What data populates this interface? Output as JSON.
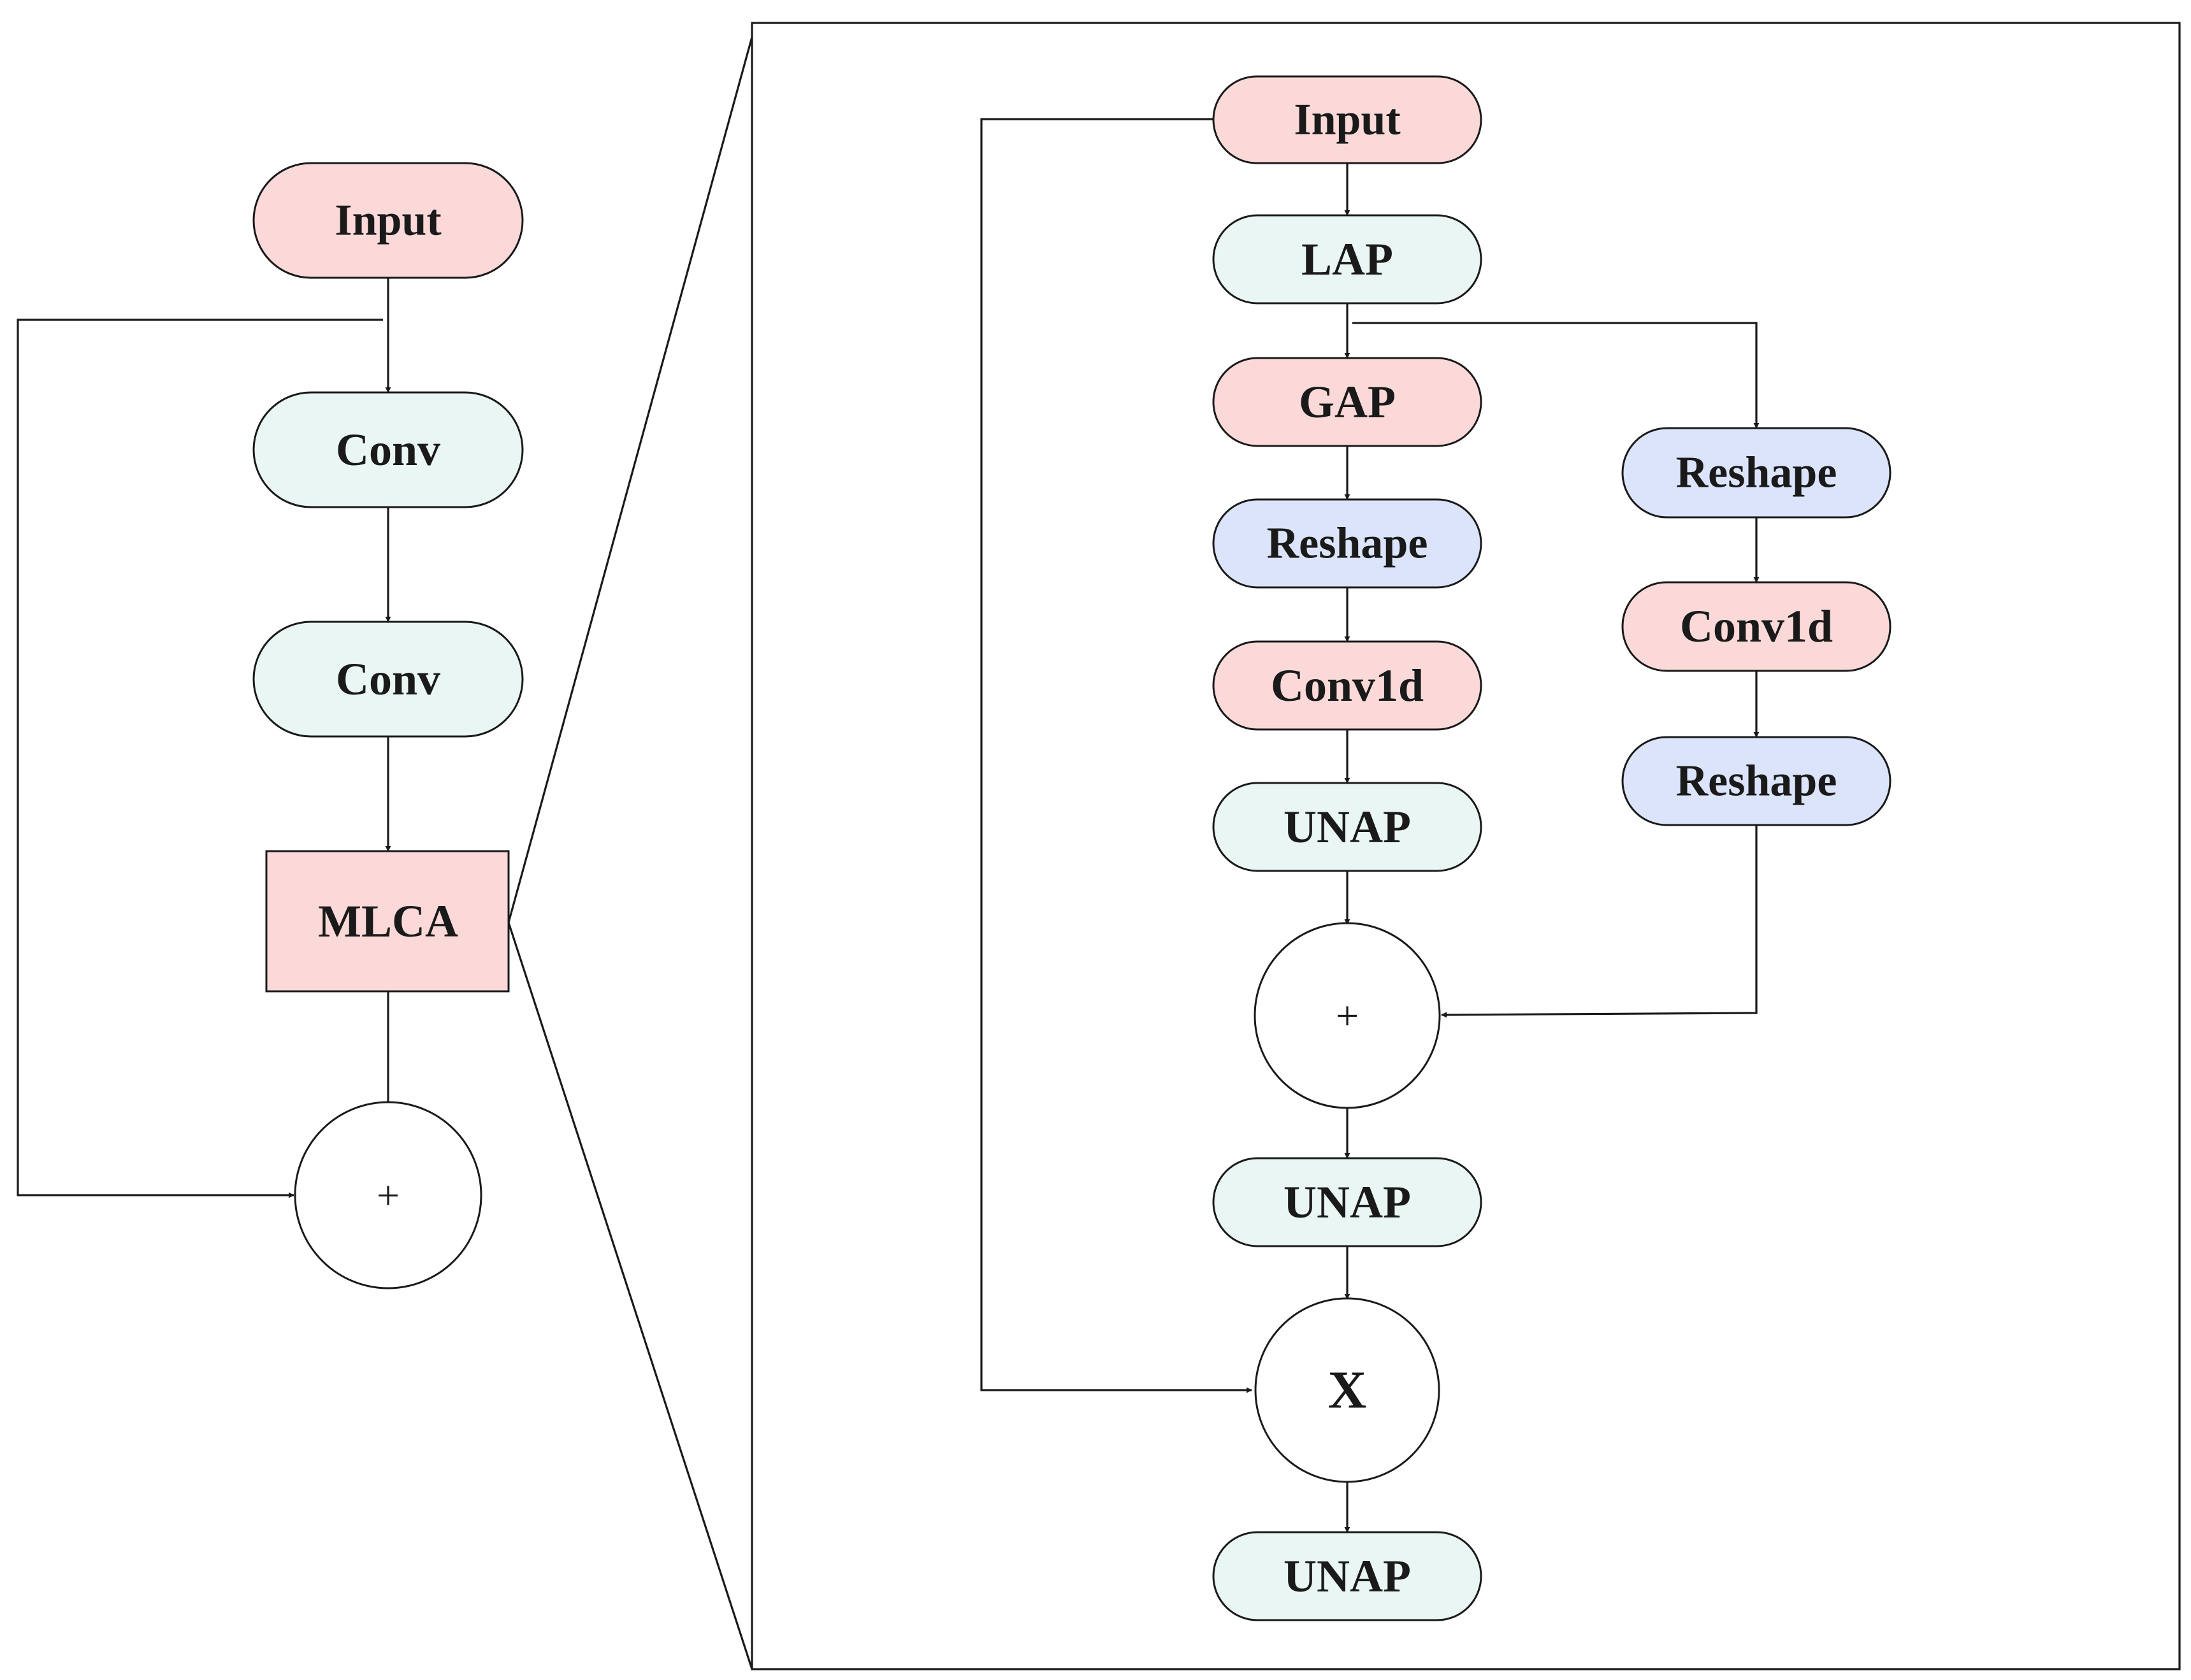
{
  "colors": {
    "pink": "#fcd9d9",
    "mint": "#e9f6f3",
    "lavender": "#dbe4fb",
    "white": "#ffffff",
    "stroke": "#1a1a1a"
  },
  "left_block": {
    "input": "Input",
    "conv1": "Conv",
    "conv2": "Conv",
    "mlca": "MLCA",
    "add": "+"
  },
  "mlca_detail": {
    "input": "Input",
    "lap": "LAP",
    "gap": "GAP",
    "reshape_left": "Reshape",
    "conv1d_left": "Conv1d",
    "unap_1": "UNAP",
    "reshape_right_top": "Reshape",
    "conv1d_right": "Conv1d",
    "reshape_right_bottom": "Reshape",
    "add": "+",
    "unap_2": "UNAP",
    "multiply": "X",
    "unap_3": "UNAP"
  }
}
